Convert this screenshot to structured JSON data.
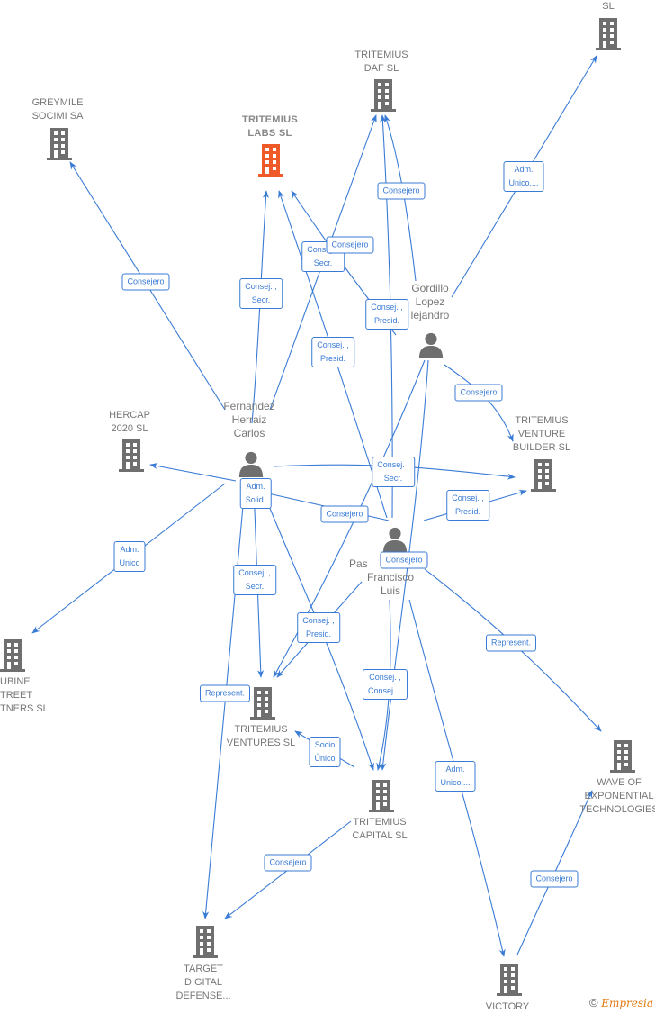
{
  "colors": {
    "edge": "#3a7bd5",
    "node": "#777777",
    "focus_node": "#f05a28"
  },
  "nodes": {
    "greymile": {
      "label": [
        "GREYMILE",
        "SOCIMI SA"
      ],
      "type": "company"
    },
    "labs": {
      "label": [
        "TRITEMIUS",
        "LABS SL"
      ],
      "type": "company-focus"
    },
    "daf": {
      "label": [
        "TRITEMIUS",
        "DAF SL"
      ],
      "type": "company"
    },
    "topright": {
      "label": [
        "SL"
      ],
      "type": "company"
    },
    "gordillo": {
      "label": [
        "Gordillo",
        "Lopez",
        "lejandro"
      ],
      "type": "person"
    },
    "venture_builder": {
      "label": [
        "TRITEMIUS",
        "VENTURE",
        "BUILDER SL"
      ],
      "type": "company"
    },
    "hercap": {
      "label": [
        "HERCAP",
        "2020 SL"
      ],
      "type": "company"
    },
    "fernandez": {
      "label": [
        "Fernandez",
        "Herraiz",
        "Carlos"
      ],
      "type": "person"
    },
    "pastor": {
      "label": [
        "Pas",
        "Francisco",
        "Luis"
      ],
      "type": "person"
    },
    "rubine": {
      "label": [
        "UBINE",
        "TREET",
        "TNERS SL"
      ],
      "type": "company"
    },
    "ventures": {
      "label": [
        "TRITEMIUS",
        "VENTURES SL"
      ],
      "type": "company"
    },
    "capital": {
      "label": [
        "TRITEMIUS",
        "CAPITAL SL"
      ],
      "type": "company"
    },
    "wave": {
      "label": [
        "WAVE OF",
        "EXPONENTIAL",
        "TECHNOLOGIES"
      ],
      "type": "company"
    },
    "target": {
      "label": [
        "TARGET",
        "DIGITAL",
        "DEFENSE..."
      ],
      "type": "company"
    },
    "victory": {
      "label": [
        "VICTORY"
      ],
      "type": "company"
    }
  },
  "edge_labels": [
    {
      "id": "fern-greymile",
      "text": [
        "Consejero"
      ]
    },
    {
      "id": "fern-labs",
      "text": [
        "Consej. ,",
        "Secr."
      ]
    },
    {
      "id": "fern-daf",
      "text": [
        "Consej. ,",
        "Secr."
      ]
    },
    {
      "id": "gord-labs",
      "text": [
        "Consejero"
      ]
    },
    {
      "id": "pastor-labs",
      "text": [
        "Consej. ,",
        "Presid."
      ]
    },
    {
      "id": "gord-daf",
      "text": [
        "Consejero"
      ]
    },
    {
      "id": "pastor-daf",
      "text": [
        "Consej. ,",
        "Presid."
      ]
    },
    {
      "id": "gord-topright",
      "text": [
        "Adm.",
        "Unico,..."
      ]
    },
    {
      "id": "gord-vb",
      "text": [
        "Consejero"
      ]
    },
    {
      "id": "fern-vb",
      "text": [
        "Consej. ,",
        "Secr."
      ]
    },
    {
      "id": "pastor-vb",
      "text": [
        "Consej. ,",
        "Presid."
      ]
    },
    {
      "id": "fern-hercap",
      "text": [
        "Adm.",
        "Solid."
      ]
    },
    {
      "id": "fern-pastor-cons",
      "text": [
        "Consejero"
      ]
    },
    {
      "id": "fern-rubine",
      "text": [
        "Adm.",
        "Unico"
      ]
    },
    {
      "id": "fern-ventures",
      "text": [
        "Consej. ,",
        "Secr."
      ]
    },
    {
      "id": "gord-ventures",
      "text": [
        "Consej. ,",
        "Presid."
      ]
    },
    {
      "id": "pastor-consejero",
      "text": [
        "Consejero"
      ]
    },
    {
      "id": "fern-target",
      "text": [
        "Represent."
      ]
    },
    {
      "id": "pastor-capital",
      "text": [
        "Consej. ,",
        "Consej...."
      ]
    },
    {
      "id": "capital-ventures",
      "text": [
        "Socio",
        "Único"
      ]
    },
    {
      "id": "pastor-wave",
      "text": [
        "Represent."
      ]
    },
    {
      "id": "pastor-victory",
      "text": [
        "Adm.",
        "Unico,..."
      ]
    },
    {
      "id": "capital-target",
      "text": [
        "Consejero"
      ]
    },
    {
      "id": "victory-wave",
      "text": [
        "Consejero"
      ]
    }
  ],
  "footer": {
    "copyright_symbol": "©",
    "brand": "Empresia"
  }
}
